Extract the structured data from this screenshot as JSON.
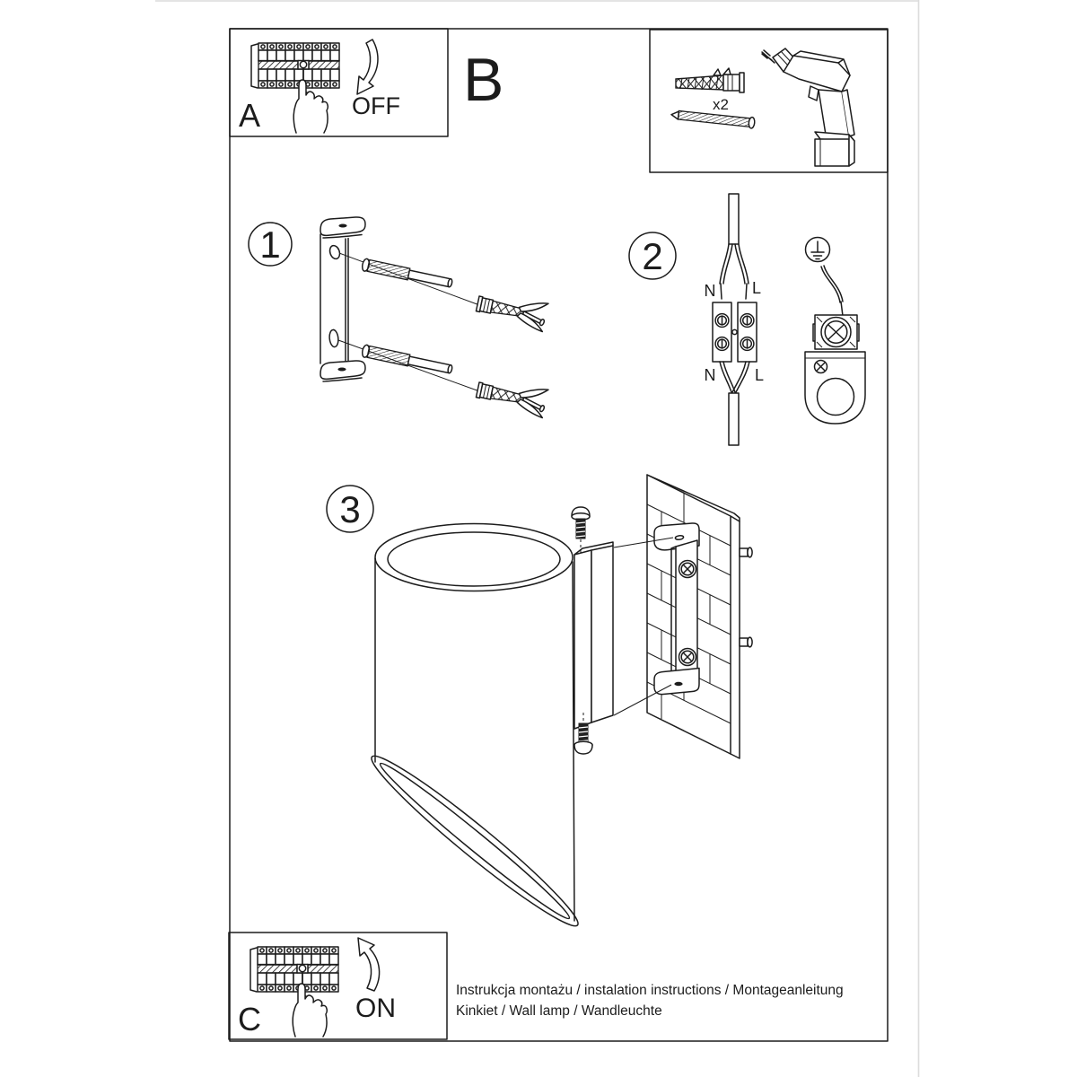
{
  "page": {
    "background": "#ffffff",
    "line_color": "#1c1c1c",
    "page_edge_color": "#dcdcdc"
  },
  "panels": {
    "a_label": "A",
    "b_label": "B",
    "c_label": "C",
    "off_label": "OFF",
    "on_label": "ON",
    "anchors_qty": "x2"
  },
  "steps": {
    "step1": "1",
    "step2": "2",
    "step3": "3"
  },
  "wiring": {
    "n_top": "N",
    "l_top": "L",
    "n_bottom": "N",
    "l_bottom": "L"
  },
  "footer": {
    "line1": "Instrukcja montażu / instalation instructions / Montageanleitung",
    "line2": "Kinkiet / Wall lamp / Wandleuchte"
  },
  "illustrations": [
    "circuit-breaker-panel-icon",
    "pointing-hand-icon",
    "curved-arrow-down-icon",
    "curved-arrow-up-icon",
    "wall-plug-anchor-icon",
    "mounting-screw-icon",
    "cordless-drill-icon",
    "mounting-bracket-icon",
    "terminal-block-icon",
    "earth-ground-symbol-icon",
    "ground-clamp-icon",
    "wall-lamp-cylinder-icon",
    "brick-wall-plate-icon"
  ]
}
